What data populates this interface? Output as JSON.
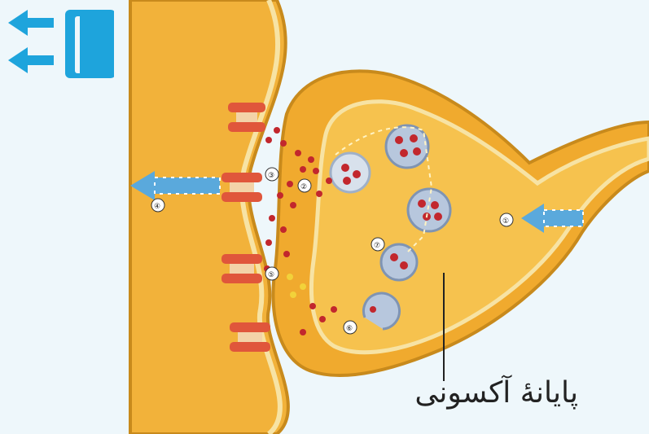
{
  "caption": "پایانهٔ آکسونی",
  "step_labels": [
    "①",
    "②",
    "③",
    "④",
    "⑤",
    "⑥",
    "⑦"
  ],
  "colors": {
    "membrane_fill": "#f2b23a",
    "membrane_edge": "#c88a1c",
    "cytoplasm": "#f6c24e",
    "vesicle_membrane": "#b7c7dd",
    "neurotransmitter": "#c2272d",
    "receptor": "#e0563b",
    "ion_arrow": "#5aa9dc",
    "nav_icon": "#1ea4dc"
  },
  "icons": [
    "back-arrows-icon",
    "book-icon"
  ]
}
